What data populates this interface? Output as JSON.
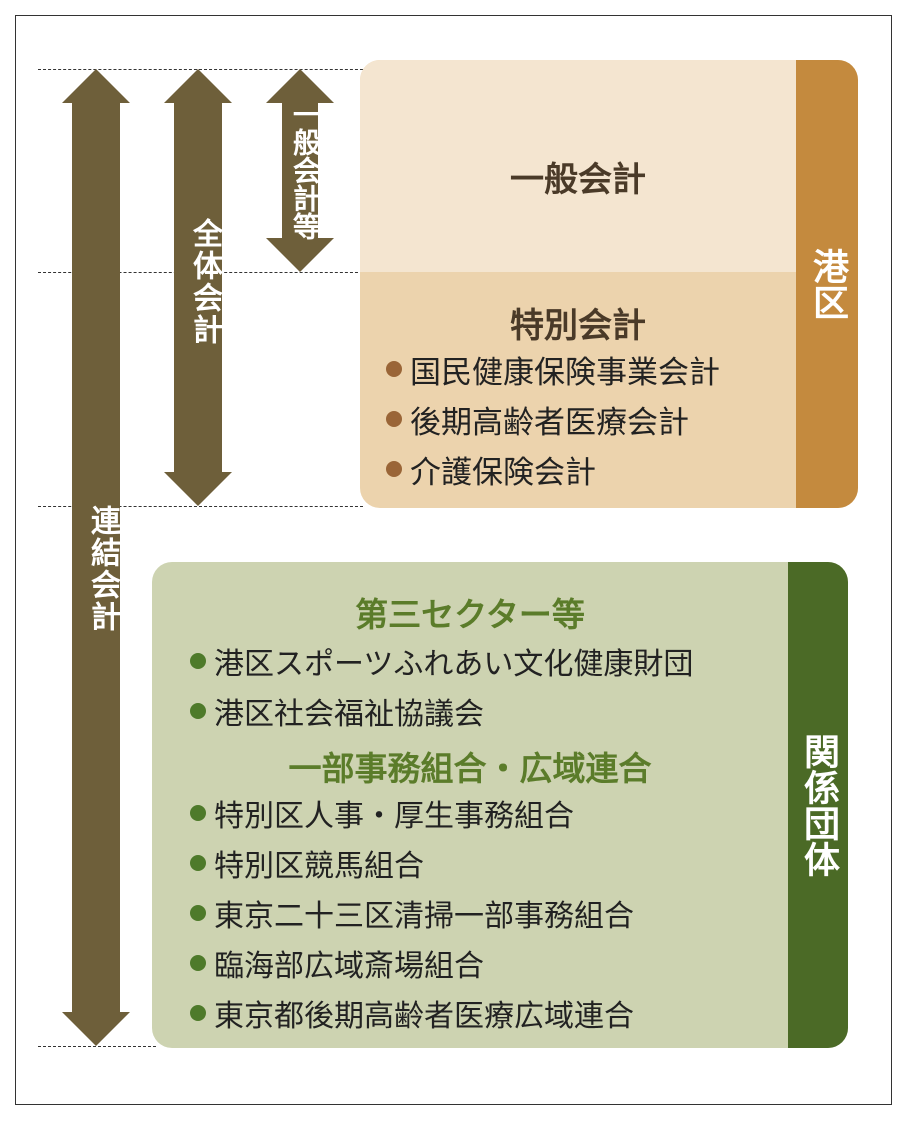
{
  "arrows": {
    "consolidated": "連結会計",
    "all_accounts": "全体会計",
    "general_etc": "一般会計等"
  },
  "minato": {
    "side_label": "港区",
    "general": "一般会計",
    "special_title": "特別会計",
    "special_items": [
      "国民健康保険事業会計",
      "後期高齢者医療会計",
      "介護保険会計"
    ]
  },
  "related": {
    "side_label": "関係団体",
    "third_sector_title": "第三セクター等",
    "third_sector_items": [
      "港区スポーツふれあい文化健康財団",
      "港区社会福祉協議会"
    ],
    "unions_title": "一部事務組合・広域連合",
    "unions_items": [
      "特別区人事・厚生事務組合",
      "特別区競馬組合",
      "東京二十三区清掃一部事務組合",
      "臨海部広域斎場組合",
      "東京都後期高齢者医療広域連合"
    ]
  },
  "colors": {
    "arrow": "#6e5f3a",
    "general_bg": "#f4e5d0",
    "special_bg": "#ecd3ad",
    "minato_side": "#c48a3e",
    "related_bg": "#cdd3b1",
    "related_side": "#4b6a26",
    "green_text": "#5b7c2a"
  }
}
